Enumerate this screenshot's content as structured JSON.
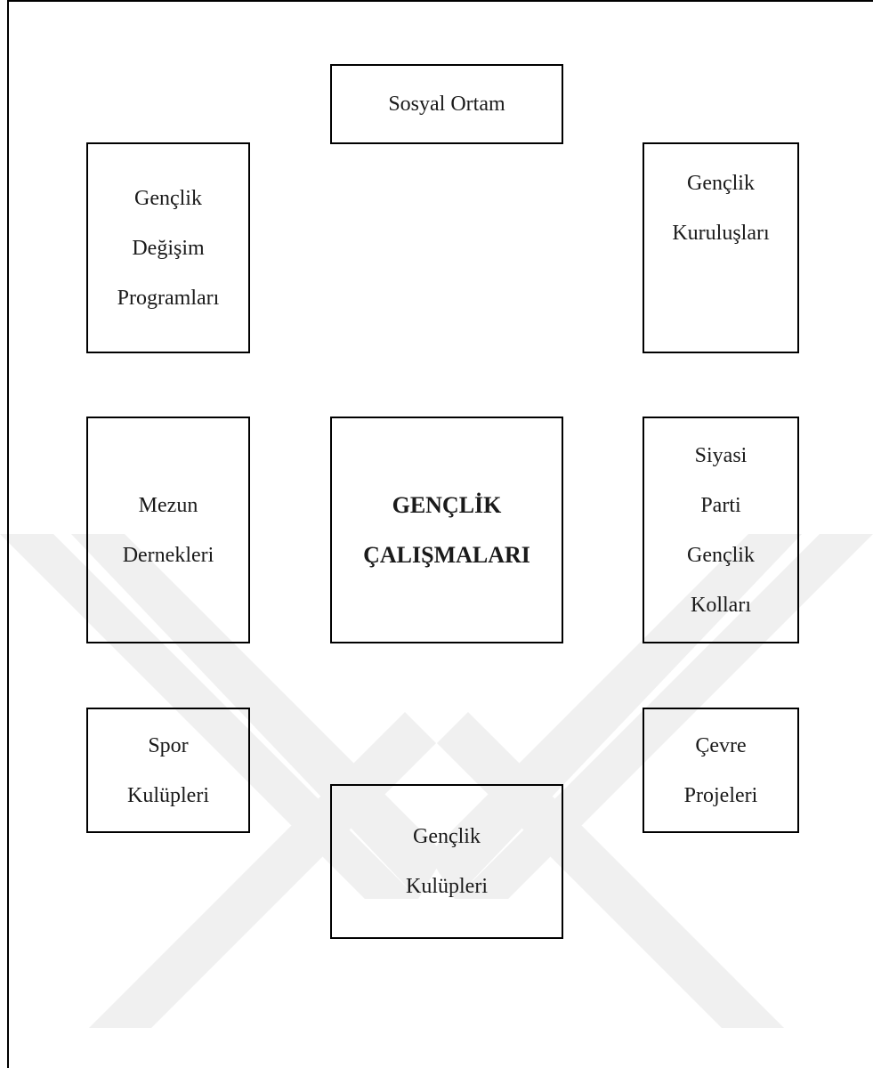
{
  "diagram": {
    "colors": {
      "border": "#000000",
      "text": "#1a1a1a",
      "watermark": "#f0f0f0"
    },
    "center": {
      "lines": [
        "GENÇLİK",
        "ÇALIŞMALARI"
      ]
    },
    "nodes": {
      "sosyal_ortam": {
        "lines": [
          "Sosyal Ortam"
        ]
      },
      "genclik_degisim_programlari": {
        "lines": [
          "Gençlik",
          "Değişim",
          "Programları"
        ]
      },
      "genclik_kuruluslari": {
        "lines": [
          "Gençlik",
          "Kuruluşları"
        ]
      },
      "mezun_dernekleri": {
        "lines": [
          "Mezun",
          "Dernekleri"
        ]
      },
      "siyasi_parti_genclik_kollari": {
        "lines": [
          "Siyasi",
          "Parti",
          "Gençlik",
          "Kolları"
        ]
      },
      "spor_kulupleri": {
        "lines": [
          "Spor",
          "Kulüpleri"
        ]
      },
      "cevre_projeleri": {
        "lines": [
          "Çevre",
          "Projeleri"
        ]
      },
      "genclik_kulupleri": {
        "lines": [
          "Gençlik",
          "Kulüpleri"
        ]
      }
    }
  }
}
